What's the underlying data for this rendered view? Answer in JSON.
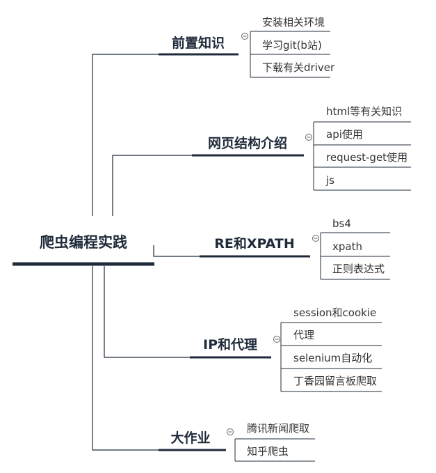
{
  "root": {
    "label": "爬虫编程实践"
  },
  "branches": [
    {
      "label": "前置知识",
      "children": [
        "安装相关环境",
        "学习git(b站)",
        "下载有关driver"
      ]
    },
    {
      "label": "网页结构介绍",
      "children": [
        "html等有关知识",
        "api使用",
        "request-get使用",
        "js"
      ]
    },
    {
      "label": "RE和XPATH",
      "children": [
        "bs4",
        "xpath",
        "正则表达式"
      ]
    },
    {
      "label": "IP和代理",
      "children": [
        "session和cookie",
        "代理",
        "selenium自动化",
        "丁香园留言板爬取"
      ]
    },
    {
      "label": "大作业",
      "children": [
        "腾讯新闻爬取",
        "知乎爬虫"
      ]
    }
  ],
  "colors": {
    "line": "#1f2b3a",
    "text": "#333333"
  }
}
